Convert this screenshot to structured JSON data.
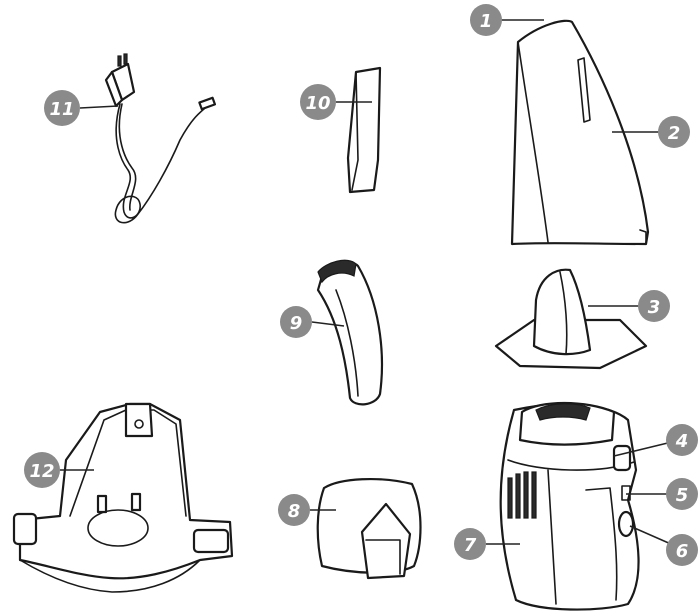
{
  "diagram": {
    "style": {
      "badge_color": "#8a8a8a",
      "line_color": "#1a1a1a",
      "background": "#ffffff"
    },
    "parts": [
      {
        "number": "1",
        "icon": "top-cover"
      },
      {
        "number": "2",
        "icon": "cover-side"
      },
      {
        "number": "3",
        "icon": "nozzle-stand"
      },
      {
        "number": "4",
        "icon": "release-button"
      },
      {
        "number": "5",
        "icon": "switch"
      },
      {
        "number": "6",
        "icon": "power-button"
      },
      {
        "number": "7",
        "icon": "main-unit"
      },
      {
        "number": "8",
        "icon": "filter"
      },
      {
        "number": "9",
        "icon": "brush-attachment"
      },
      {
        "number": "10",
        "icon": "crevice-tool"
      },
      {
        "number": "11",
        "icon": "power-adapter"
      },
      {
        "number": "12",
        "icon": "charging-base"
      }
    ]
  }
}
